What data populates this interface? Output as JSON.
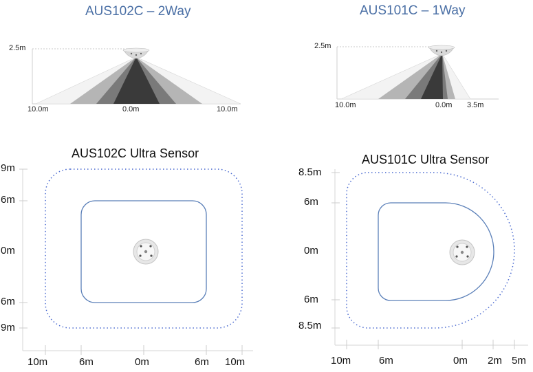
{
  "left": {
    "title": "AUS102C – 2Way",
    "side": {
      "height_label": "2.5m",
      "x_left": "10.0m",
      "x_center": "0.0m",
      "x_right": "10.0m"
    },
    "coverage": {
      "title": "AUS102C Ultra Sensor",
      "y_labels": [
        "9m",
        "6m",
        "0m",
        "6m",
        "9m"
      ],
      "x_labels": [
        "10m",
        "6m",
        "0m",
        "6m",
        "10m"
      ]
    }
  },
  "right": {
    "title": "AUS101C – 1Way",
    "side": {
      "height_label": "2.5m",
      "x_left": "10.0m",
      "x_center": "0.0m",
      "x_right": "3.5m"
    },
    "coverage": {
      "title": "AUS101C Ultra Sensor",
      "y_labels": [
        "8.5m",
        "6m",
        "0m",
        "6m",
        "8.5m"
      ],
      "x_labels": [
        "10m",
        "6m",
        "0m",
        "2m",
        "5m"
      ]
    }
  },
  "colors": {
    "title": "#4a6fa5",
    "inner_zone": "#5a7fb8",
    "outer_zone": "#4a6ad0",
    "beam_dark": "#3a3a3a",
    "beam_mid": "#7a7a7a",
    "beam_light": "#b5b5b5"
  }
}
